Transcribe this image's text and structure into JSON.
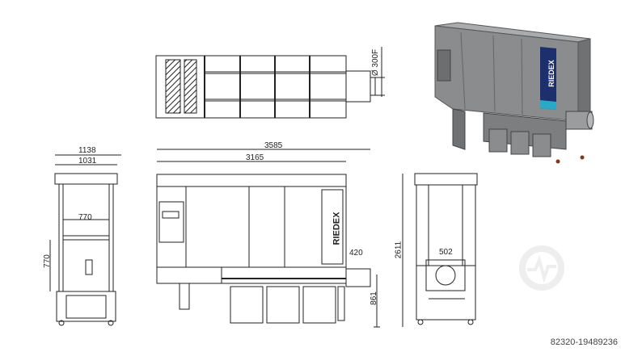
{
  "drawing": {
    "brand": "RIEDEX",
    "views": {
      "top_view": {
        "label": "top-view",
        "dimensions": {
          "outlet_diameter": "Ø 300F"
        }
      },
      "front_view": {
        "label": "front-view",
        "dimensions": {
          "overall_length": "3585",
          "body_length": "3165",
          "outlet_depth": "420",
          "outlet_height": "861"
        }
      },
      "left_side_view": {
        "label": "left-side-view",
        "dimensions": {
          "overall_width": "1138",
          "body_width": "1031",
          "door_width": "770",
          "door_height": "770"
        }
      },
      "right_side_view": {
        "label": "right-side-view",
        "dimensions": {
          "overall_height": "2611",
          "outlet_width": "502"
        }
      },
      "isometric_view": {
        "label": "isometric-3d-render",
        "brand_panel": "RIEDEX"
      }
    },
    "colors": {
      "line": "#222222",
      "render_body": "#8a8c8e",
      "render_dark": "#5f6163",
      "brand_panel": "#1e2f6e",
      "brand_accent": "#2aa7c9",
      "watermark": "#eeeeee"
    }
  },
  "watermark": {
    "icon": "gear-pulse-icon",
    "id_text": "82320-19489236"
  }
}
